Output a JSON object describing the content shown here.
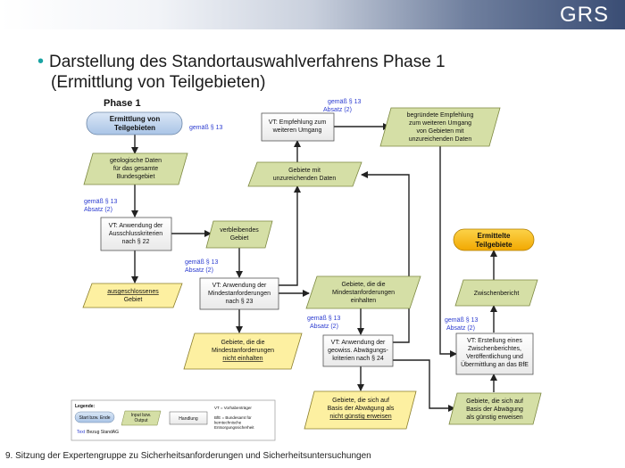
{
  "header": {
    "logo": "GRS"
  },
  "bullet": {
    "line1": "Darstellung des Standortauswahlverfahrens Phase 1",
    "line2": "(Ermittlung von Teilgebieten)"
  },
  "diagram": {
    "phase": "Phase 1",
    "start": [
      "Ermittlung von",
      "Teilgebieten"
    ],
    "start_note": "gemäß § 13",
    "geo_data": [
      "geologische Daten",
      "für das gesamte",
      "Bundesgebiet"
    ],
    "note_13_2_a": [
      "gemäß § 13",
      "Absatz (2)"
    ],
    "vt_ausschluss": [
      "VT: Anwendung der",
      "Ausschlusskriterien",
      "nach § 22"
    ],
    "ausgeschlossen": [
      "ausgeschlossenes",
      "Gebiet"
    ],
    "verbleibend": [
      "verbleibendes",
      "Gebiet"
    ],
    "note_13_2_b": [
      "gemäß § 13",
      "Absatz (2)"
    ],
    "vt_mindest": [
      "VT: Anwendung der",
      "Mindestanforderungen",
      "nach § 23"
    ],
    "nicht_mindest": [
      "Gebiete, die die",
      "Mindestanforderungen",
      "nicht einhalten"
    ],
    "unzureichend": [
      "Gebiete mit",
      "unzureichenden Daten"
    ],
    "vt_empfehlung": [
      "VT: Empfehlung zum",
      "weiteren Umgang"
    ],
    "note_13_2_c": [
      "gemäß § 13",
      "Absatz (2)"
    ],
    "begruendet": [
      "begründete Empfehlung",
      "zum weiteren Umgang",
      "von Gebieten mit",
      "unzureichenden Daten"
    ],
    "einhalten": [
      "Gebiete, die die",
      "Mindestanforderungen",
      "einhalten"
    ],
    "note_13_2_d": [
      "gemäß § 13",
      "Absatz (2)"
    ],
    "vt_abwaegung": [
      "VT: Anwendung der",
      "geowiss. Abwägungs-",
      "kriterien nach § 24"
    ],
    "nicht_guenstig": [
      "Gebiete, die sich auf",
      "Basis der Abwägung als",
      "nicht günstig erweisen"
    ],
    "guenstig": [
      "Gebiete, die sich auf",
      "Basis der Abwägung",
      "als günstig erweisen"
    ],
    "vt_zwischen": [
      "VT: Erstellung eines",
      "Zwischenberichtes,",
      "Veröffentlichung und",
      "Übermittlung an das BfE"
    ],
    "note_13_2_e": [
      "gemäß § 13",
      "Absatz (2)"
    ],
    "zwischenbericht": "Zwischenbericht",
    "ermittelt": [
      "Ermittelte",
      "Teilgebiete"
    ],
    "legend": {
      "title": "Legende:",
      "start_end": "Start bzw. Ende",
      "io": [
        "Input bzw.",
        "Output"
      ],
      "handling": "Handlung",
      "text_prefix": "Text",
      "text_rest": "Bezug StandAG",
      "vt": "VT = Vorhabenträger",
      "bfe": [
        "BfE = Bundesamt für",
        "kerntechnische",
        "Entsorgungssicherheit"
      ]
    }
  },
  "footer": "9. Sitzung der Expertengruppe zu Sicherheitsanforderungen und Sicherheitsuntersuchungen",
  "colors": {
    "olive": "#d5dfa6",
    "yellow": "#fdf0a1",
    "blue": "#bcd3ee",
    "orange": "#f9b400",
    "link": "#2b3bd0"
  }
}
